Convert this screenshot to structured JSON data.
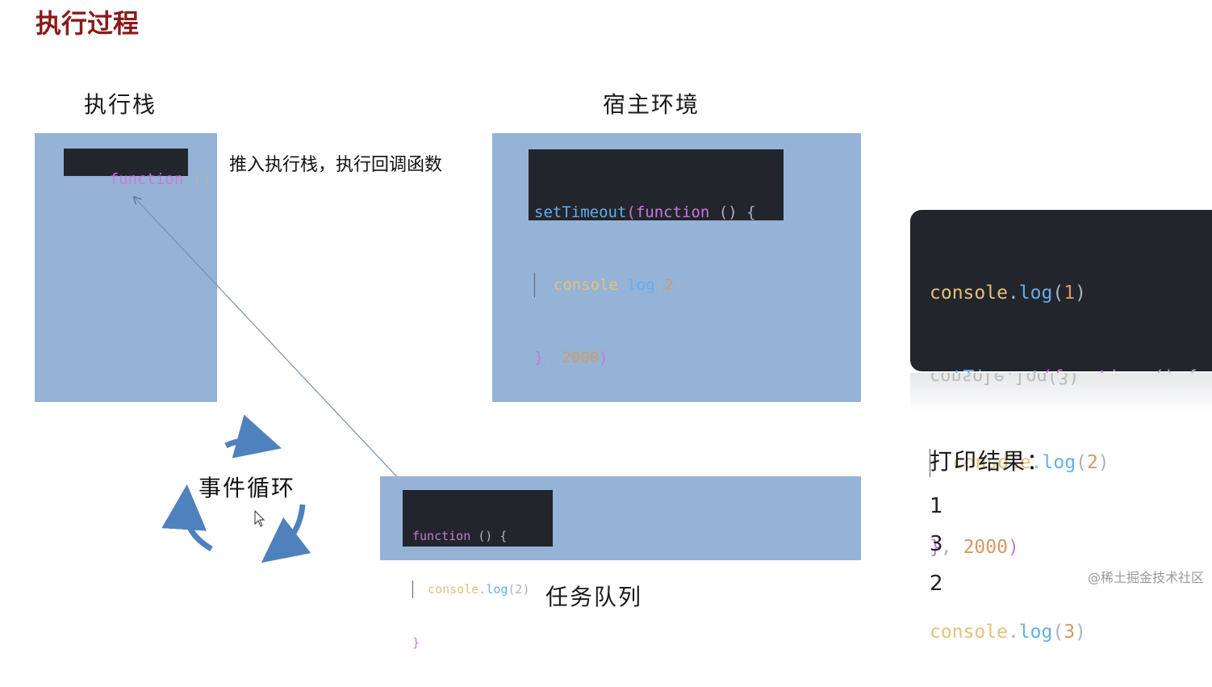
{
  "title": "执行过程",
  "sections": {
    "stack_label": "执行栈",
    "host_label": "宿主环境",
    "event_loop_label": "事件循环",
    "queue_label": "任务队列"
  },
  "annotation": "推入执行栈，执行回调函数",
  "stack_code": {
    "keyword": "function",
    "parens": " ()"
  },
  "host_code": {
    "line1_fn": "setTimeout",
    "line1_open": "(",
    "line1_kw": "function",
    "line1_rest": " () {",
    "line2_obj": "console",
    "line2_dot": ".",
    "line2_fn": "log",
    "line2_open": "(",
    "line2_num": "2",
    "line2_close": ")",
    "line3_brace": "}",
    "line3_rest": ", ",
    "line3_num": "2000",
    "line3_close": ")"
  },
  "queue_code": {
    "line1_kw": "function",
    "line1_rest": " () {",
    "line2_obj": "console",
    "line2_dot": ".",
    "line2_fn": "log",
    "line2_args": "(2)",
    "line3": "}"
  },
  "main_code": {
    "l1_obj": "console",
    "l1_dot": ".",
    "l1_fn": "log",
    "l1_open": "(",
    "l1_num": "1",
    "l1_close": ")",
    "l2_fn": "setTimeout",
    "l2_open": "(",
    "l2_kw": "function",
    "l2_rest": " () {",
    "l3_obj": "console",
    "l3_dot": ".",
    "l3_fn": "log",
    "l3_open": "(",
    "l3_num": "2",
    "l3_close": ")",
    "l4_brace": "}",
    "l4_rest": ", ",
    "l4_num": "2000",
    "l4_close": ")",
    "l5_obj": "console",
    "l5_dot": ".",
    "l5_fn": "log",
    "l5_open": "(",
    "l5_num": "3",
    "l5_close": ")"
  },
  "reflection_text": "console.log(3)",
  "result": {
    "label": "打印结果：",
    "values": [
      "1",
      "3",
      "2"
    ]
  },
  "watermark": "@稀土掘金技术社区",
  "colors": {
    "panel": "#95b3d7",
    "title": "#8b1a1a",
    "arrow": "#4f81bd"
  }
}
